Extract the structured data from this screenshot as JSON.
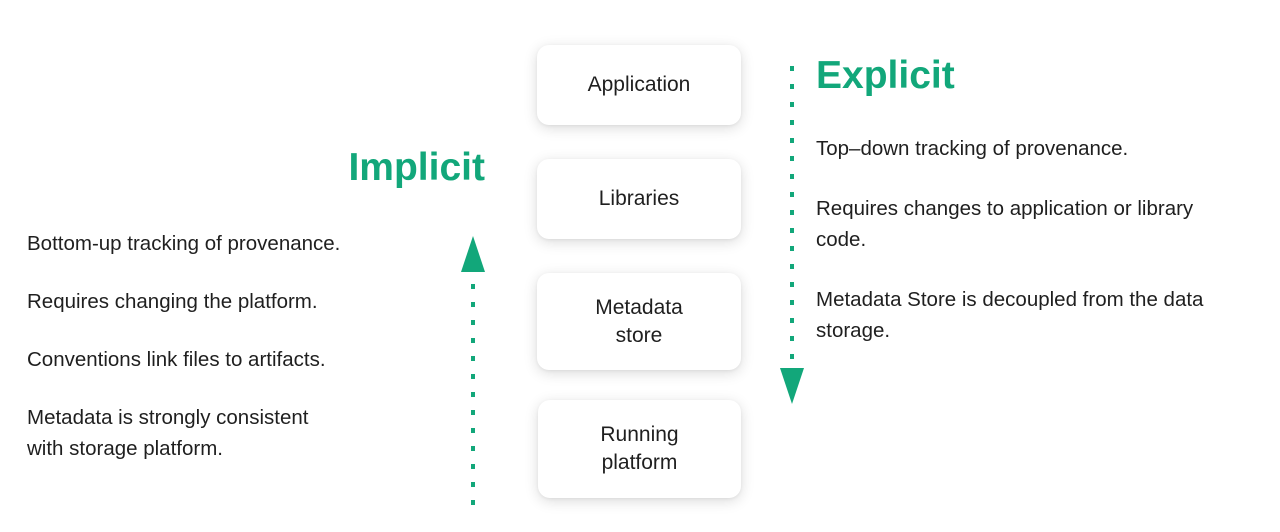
{
  "colors": {
    "accent": "#12a77a",
    "text": "#1f1f1f",
    "box_background": "#ffffff"
  },
  "stack": {
    "layers": [
      {
        "label": "Application"
      },
      {
        "label": "Libraries"
      },
      {
        "label": "Metadata\nstore"
      },
      {
        "label": "Running\nplatform"
      }
    ]
  },
  "implicit": {
    "title": "Implicit",
    "arrow_direction": "up",
    "points": [
      "Bottom-up tracking of provenance.",
      "Requires changing the platform.",
      "Conventions link files to artifacts.",
      "Metadata is strongly consistent\nwith storage platform."
    ]
  },
  "explicit": {
    "title": "Explicit",
    "arrow_direction": "down",
    "points": [
      "Top–down tracking of provenance.",
      "Requires changes to application or library\ncode.",
      "Metadata Store is decoupled from the data\nstorage."
    ]
  }
}
